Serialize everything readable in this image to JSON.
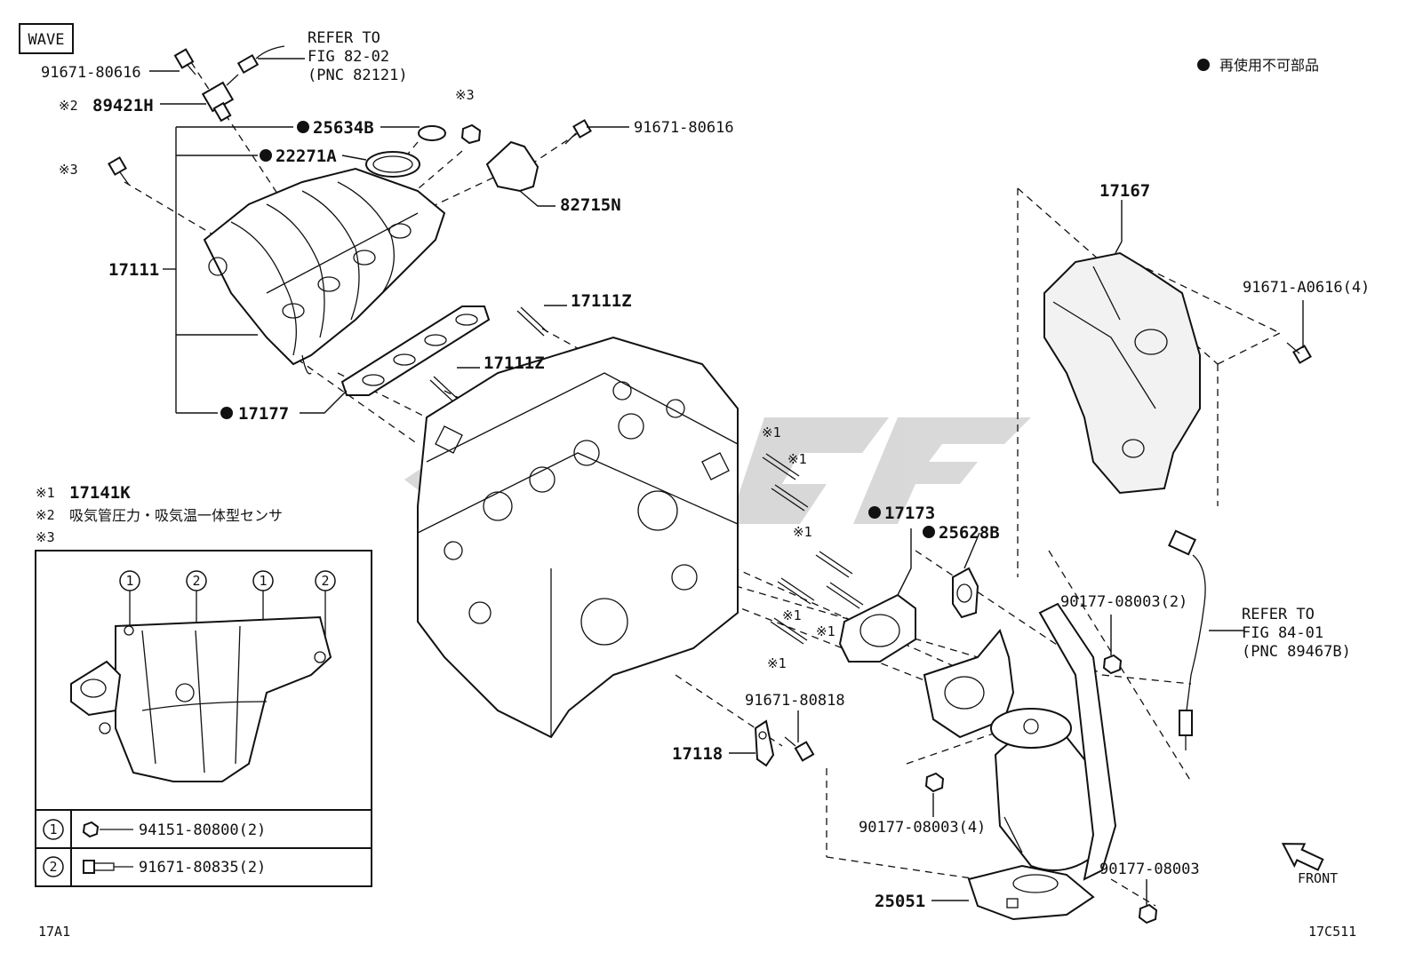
{
  "header": {
    "wave_badge": "WAVE",
    "legend_non_reusable": "再使用不可部品"
  },
  "callouts": {
    "bolt_top": "91671-80616",
    "refer_82_line1": "REFER TO",
    "refer_82_line2": "FIG 82-02",
    "refer_82_line3": "(PNC 82121)",
    "sensor_mark": "※2",
    "sensor": "89421H",
    "gasket_25634b": "25634B",
    "gasket_22271a": "22271A",
    "bolt_mark3_top": "※3",
    "bolt_mark3_left": "※3",
    "bolt_right_top": "91671-80616",
    "bracket_82715n": "82715N",
    "manifold_17111": "17111",
    "stud_17111z_a": "17111Z",
    "stud_17111z_b": "17111Z",
    "gasket_17177": "17177",
    "insulator_17167": "17167",
    "bolt_a0616": "91671-A0616(4)",
    "stud_mark_1a": "※1",
    "stud_mark_1b": "※1",
    "stud_mark_1c": "※1",
    "stud_mark_1d": "※1",
    "stud_mark_1e": "※1",
    "stud_mark_1f": "※1",
    "gasket_17173": "17173",
    "gasket_25628b": "25628B",
    "nut_08003_2": "90177-08003(2)",
    "refer_84_line1": "REFER TO",
    "refer_84_line2": "FIG 84-01",
    "refer_84_line3": "(PNC 89467B)",
    "bolt_80818": "91671-80818",
    "bracket_17118": "17118",
    "nut_08003_4": "90177-08003(4)",
    "nut_08003": "90177-08003",
    "converter_25051": "25051",
    "front_label": "FRONT",
    "page_left": "17A1",
    "page_right": "17C511"
  },
  "notes": {
    "n1_mark": "※1",
    "n1_text": "17141K",
    "n2_mark": "※2",
    "n2_text": "吸気管圧力・吸気温一体型センサ",
    "n3_mark": "※3"
  },
  "inset": {
    "circle_labels": [
      "1",
      "2",
      "1",
      "2"
    ],
    "rows": [
      {
        "key": "1",
        "part": "94151-80800(2)"
      },
      {
        "key": "2",
        "part": "91671-80835(2)"
      }
    ]
  }
}
